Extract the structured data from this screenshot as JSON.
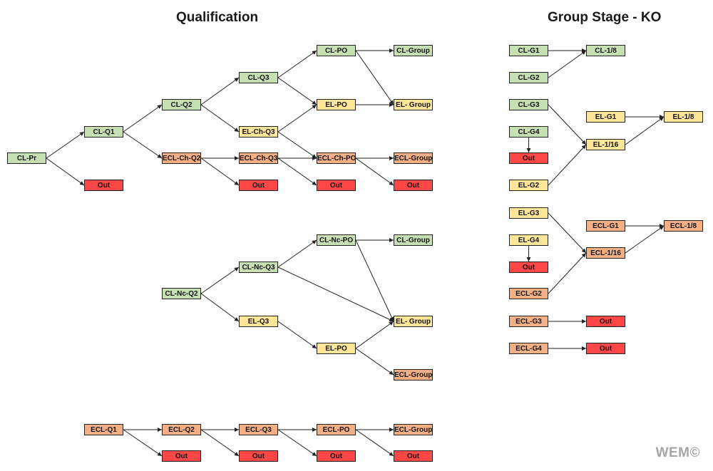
{
  "titles": {
    "qualification": "Qualification",
    "group_stage": "Group Stage - KO"
  },
  "brand": "WEM©",
  "colors": {
    "green": "#c6e0b4",
    "yellow": "#ffe699",
    "orange": "#f4b084",
    "red": "#ff4747"
  },
  "nodes": [
    {
      "id": "q-clpr",
      "label": "CL-Pr",
      "color": "green"
    },
    {
      "id": "q-clq1",
      "label": "CL-Q1",
      "color": "green"
    },
    {
      "id": "q-out1",
      "label": "Out",
      "color": "red"
    },
    {
      "id": "q-clq2",
      "label": "CL-Q2",
      "color": "green"
    },
    {
      "id": "q-eclchq2",
      "label": "ECL-Ch-Q2",
      "color": "orange"
    },
    {
      "id": "q-clq3",
      "label": "CL-Q3",
      "color": "green"
    },
    {
      "id": "q-elchq3",
      "label": "EL-Ch-Q3",
      "color": "yellow"
    },
    {
      "id": "q-eclchq3",
      "label": "ECL-Ch-Q3",
      "color": "orange"
    },
    {
      "id": "q-out2",
      "label": "Out",
      "color": "red"
    },
    {
      "id": "q-clpo",
      "label": "CL-PO",
      "color": "green"
    },
    {
      "id": "q-elpo1",
      "label": "EL-PO",
      "color": "yellow"
    },
    {
      "id": "q-eclchpo",
      "label": "ECL-Ch-PO",
      "color": "orange"
    },
    {
      "id": "q-out3",
      "label": "Out",
      "color": "red"
    },
    {
      "id": "q-clgroup1",
      "label": "CL-Group",
      "color": "green"
    },
    {
      "id": "q-elgroup1",
      "label": "EL- Group",
      "color": "yellow"
    },
    {
      "id": "q-eclgroup1",
      "label": "ECL-Group",
      "color": "orange"
    },
    {
      "id": "q-out4",
      "label": "Out",
      "color": "red"
    },
    {
      "id": "n-clncq2",
      "label": "CL-Nc-Q2",
      "color": "green"
    },
    {
      "id": "n-clncq3",
      "label": "CL-Nc-Q3",
      "color": "green"
    },
    {
      "id": "n-elq3",
      "label": "EL-Q3",
      "color": "yellow"
    },
    {
      "id": "n-clncpo",
      "label": "CL-Nc-PO",
      "color": "green"
    },
    {
      "id": "n-elpo",
      "label": "EL-PO",
      "color": "yellow"
    },
    {
      "id": "n-clgroup",
      "label": "CL-Group",
      "color": "green"
    },
    {
      "id": "n-elgroup",
      "label": "EL- Group",
      "color": "yellow"
    },
    {
      "id": "n-eclgroup",
      "label": "ECL-Group",
      "color": "orange"
    },
    {
      "id": "e-eclq1",
      "label": "ECL-Q1",
      "color": "orange"
    },
    {
      "id": "e-eclq2",
      "label": "ECL-Q2",
      "color": "orange"
    },
    {
      "id": "e-eclq3",
      "label": "ECL-Q3",
      "color": "orange"
    },
    {
      "id": "e-eclpo",
      "label": "ECL-PO",
      "color": "orange"
    },
    {
      "id": "e-eclgroup",
      "label": "ECL-Group",
      "color": "orange"
    },
    {
      "id": "e-out1",
      "label": "Out",
      "color": "red"
    },
    {
      "id": "e-out2",
      "label": "Out",
      "color": "red"
    },
    {
      "id": "e-out3",
      "label": "Out",
      "color": "red"
    },
    {
      "id": "e-out4",
      "label": "Out",
      "color": "red"
    },
    {
      "id": "g-clg1",
      "label": "CL-G1",
      "color": "green"
    },
    {
      "id": "g-cl18",
      "label": "CL-1/8",
      "color": "green"
    },
    {
      "id": "g-clg2",
      "label": "CL-G2",
      "color": "green"
    },
    {
      "id": "g-clg3",
      "label": "CL-G3",
      "color": "green"
    },
    {
      "id": "g-elg1",
      "label": "EL-G1",
      "color": "yellow"
    },
    {
      "id": "g-el18",
      "label": "EL-1/8",
      "color": "yellow"
    },
    {
      "id": "g-clg4",
      "label": "CL-G4",
      "color": "green"
    },
    {
      "id": "g-el116",
      "label": "EL-1/16",
      "color": "yellow"
    },
    {
      "id": "g-out1",
      "label": "Out",
      "color": "red"
    },
    {
      "id": "g-elg2",
      "label": "EL-G2",
      "color": "yellow"
    },
    {
      "id": "g-elg3",
      "label": "EL-G3",
      "color": "yellow"
    },
    {
      "id": "g-eclg1",
      "label": "ECL-G1",
      "color": "orange"
    },
    {
      "id": "g-ecl18",
      "label": "ECL-1/8",
      "color": "orange"
    },
    {
      "id": "g-elg4",
      "label": "EL-G4",
      "color": "yellow"
    },
    {
      "id": "g-ecl116",
      "label": "ECL-1/16",
      "color": "orange"
    },
    {
      "id": "g-out2",
      "label": "Out",
      "color": "red"
    },
    {
      "id": "g-eclg2",
      "label": "ECL-G2",
      "color": "orange"
    },
    {
      "id": "g-eclg3",
      "label": "ECL-G3",
      "color": "orange"
    },
    {
      "id": "g-out3",
      "label": "Out",
      "color": "red"
    },
    {
      "id": "g-eclg4",
      "label": "ECL-G4",
      "color": "orange"
    },
    {
      "id": "g-out4",
      "label": "Out",
      "color": "red"
    }
  ],
  "edges": [
    [
      "q-clpr",
      "q-clq1"
    ],
    [
      "q-clpr",
      "q-out1"
    ],
    [
      "q-clq1",
      "q-clq2"
    ],
    [
      "q-clq1",
      "q-eclchq2"
    ],
    [
      "q-clq2",
      "q-clq3"
    ],
    [
      "q-clq2",
      "q-elchq3"
    ],
    [
      "q-clq3",
      "q-clpo"
    ],
    [
      "q-clq3",
      "q-elpo1"
    ],
    [
      "q-elchq3",
      "q-elpo1"
    ],
    [
      "q-elchq3",
      "q-eclchpo"
    ],
    [
      "q-eclchq2",
      "q-eclchq3"
    ],
    [
      "q-eclchq2",
      "q-out2"
    ],
    [
      "q-eclchq3",
      "q-eclchpo"
    ],
    [
      "q-eclchq3",
      "q-out3"
    ],
    [
      "q-clpo",
      "q-clgroup1"
    ],
    [
      "q-clpo",
      "q-elgroup1"
    ],
    [
      "q-elpo1",
      "q-elgroup1"
    ],
    [
      "q-eclchpo",
      "q-eclgroup1"
    ],
    [
      "q-eclchpo",
      "q-out4"
    ],
    [
      "n-clncq2",
      "n-clncq3"
    ],
    [
      "n-clncq2",
      "n-elq3"
    ],
    [
      "n-clncq3",
      "n-clncpo"
    ],
    [
      "n-clncq3",
      "n-elgroup"
    ],
    [
      "n-clncpo",
      "n-clgroup"
    ],
    [
      "n-clncpo",
      "n-elgroup"
    ],
    [
      "n-elq3",
      "n-elpo"
    ],
    [
      "n-elpo",
      "n-elgroup"
    ],
    [
      "n-elpo",
      "n-eclgroup"
    ],
    [
      "e-eclq1",
      "e-eclq2"
    ],
    [
      "e-eclq1",
      "e-out1"
    ],
    [
      "e-eclq2",
      "e-eclq3"
    ],
    [
      "e-eclq2",
      "e-out2"
    ],
    [
      "e-eclq3",
      "e-eclpo"
    ],
    [
      "e-eclq3",
      "e-out3"
    ],
    [
      "e-eclpo",
      "e-eclgroup"
    ],
    [
      "e-eclpo",
      "e-out4"
    ],
    [
      "g-clg1",
      "g-cl18"
    ],
    [
      "g-clg2",
      "g-cl18"
    ],
    [
      "g-clg3",
      "g-el116"
    ],
    [
      "g-elg2",
      "g-el116"
    ],
    [
      "g-el116",
      "g-el18"
    ],
    [
      "g-elg1",
      "g-el18"
    ],
    [
      "g-clg4",
      "g-out1"
    ],
    [
      "g-elg3",
      "g-ecl116"
    ],
    [
      "g-eclg2",
      "g-ecl116"
    ],
    [
      "g-ecl116",
      "g-ecl18"
    ],
    [
      "g-eclg1",
      "g-ecl18"
    ],
    [
      "g-elg4",
      "g-out2"
    ],
    [
      "g-eclg3",
      "g-out3"
    ],
    [
      "g-eclg4",
      "g-out4"
    ]
  ]
}
